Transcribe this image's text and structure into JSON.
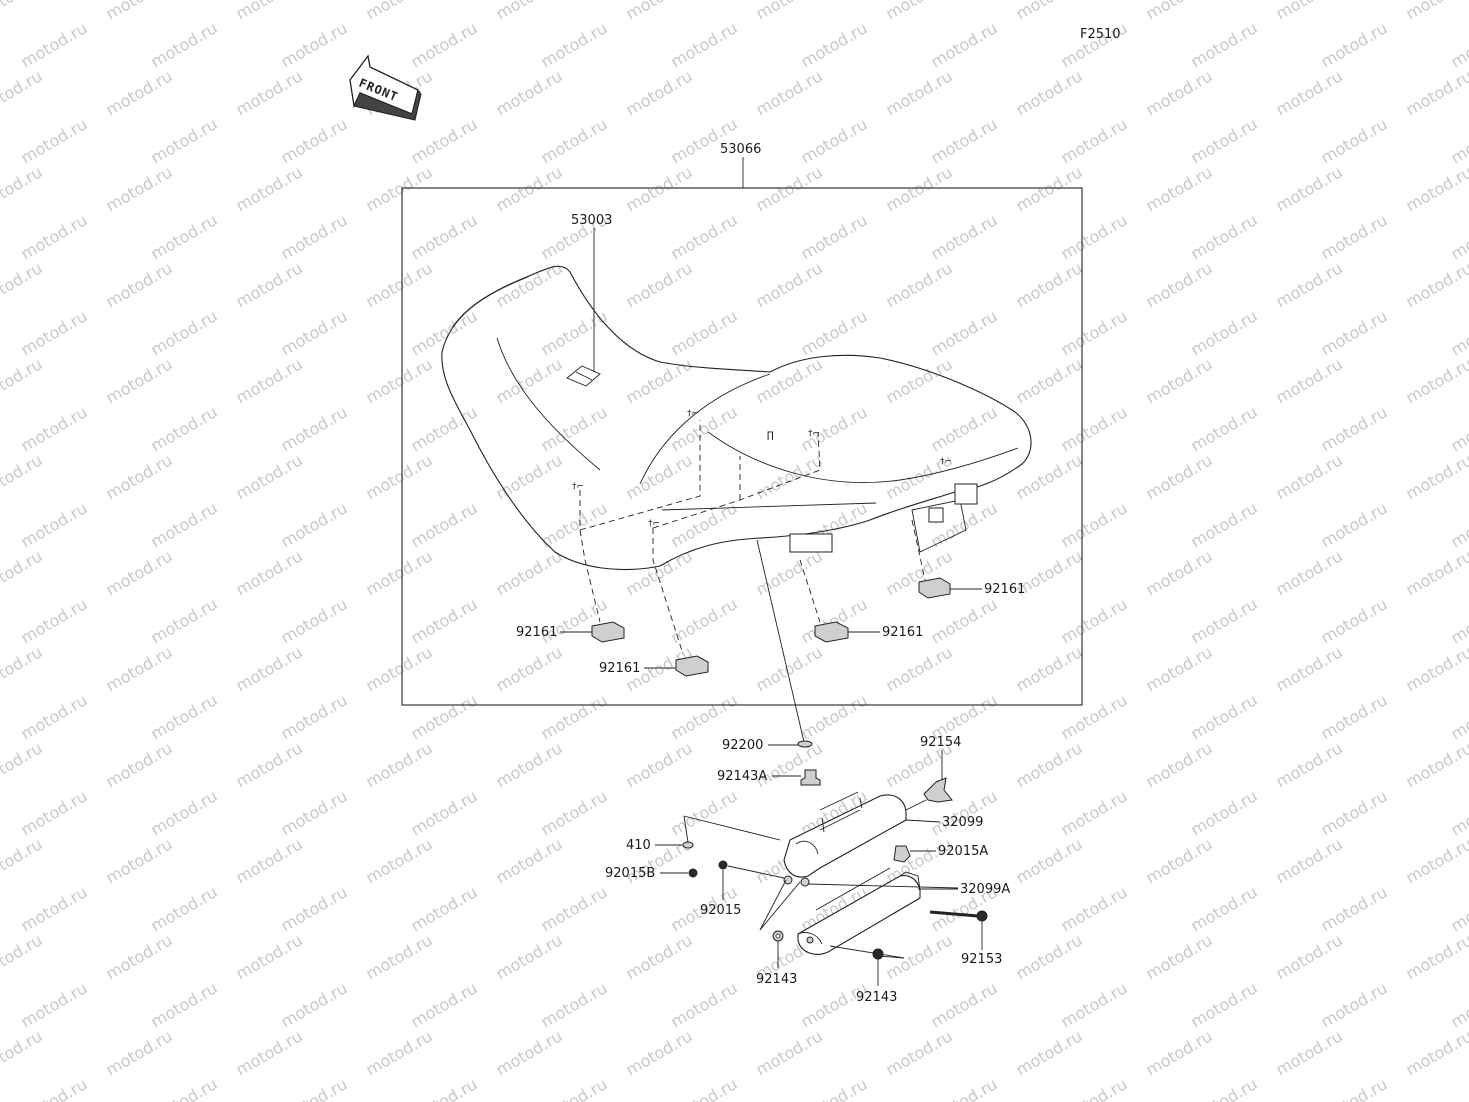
{
  "figure_code": "F2510",
  "watermark": "motod.ru",
  "front_arrow": {
    "text": "FRONT",
    "icon": "front-arrow-icon"
  },
  "labels": {
    "l53066": "53066",
    "l53003": "53003",
    "l92161_r1": "92161",
    "l92161_r2": "92161",
    "l92161_l1": "92161",
    "l92161_l2": "92161",
    "l92200": "92200",
    "l92143a": "92143A",
    "l92154": "92154",
    "l32099": "32099",
    "l410": "410",
    "l92015a": "92015A",
    "l92015b": "92015B",
    "l32099a": "32099A",
    "l92015": "92015",
    "l92153": "92153",
    "l92143_1": "92143",
    "l92143_2": "92143"
  }
}
